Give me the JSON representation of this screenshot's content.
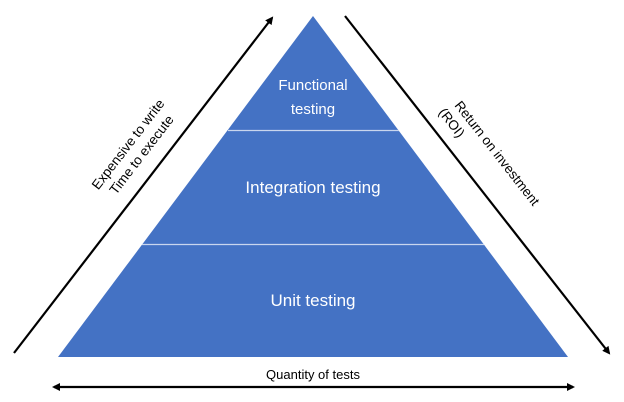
{
  "diagram": {
    "title": "Test pyramid",
    "colors": {
      "pyramid_fill": "#4472c4",
      "divider": "#c9d6ee",
      "arrow": "#000000",
      "tier_text": "#ffffff",
      "axis_text": "#000000"
    },
    "tiers": [
      {
        "id": "functional",
        "lines": [
          "Functional",
          "testing"
        ]
      },
      {
        "id": "integration",
        "lines": [
          "Integration testing"
        ]
      },
      {
        "id": "unit",
        "lines": [
          "Unit testing"
        ]
      }
    ],
    "left_axis": {
      "direction": "up",
      "lines": [
        "Expensive to write",
        "Time to execute"
      ]
    },
    "right_axis": {
      "direction": "down",
      "lines": [
        "Return on investment",
        "(ROI)"
      ]
    },
    "bottom_axis": {
      "direction": "both",
      "label": "Quantity of tests"
    }
  }
}
